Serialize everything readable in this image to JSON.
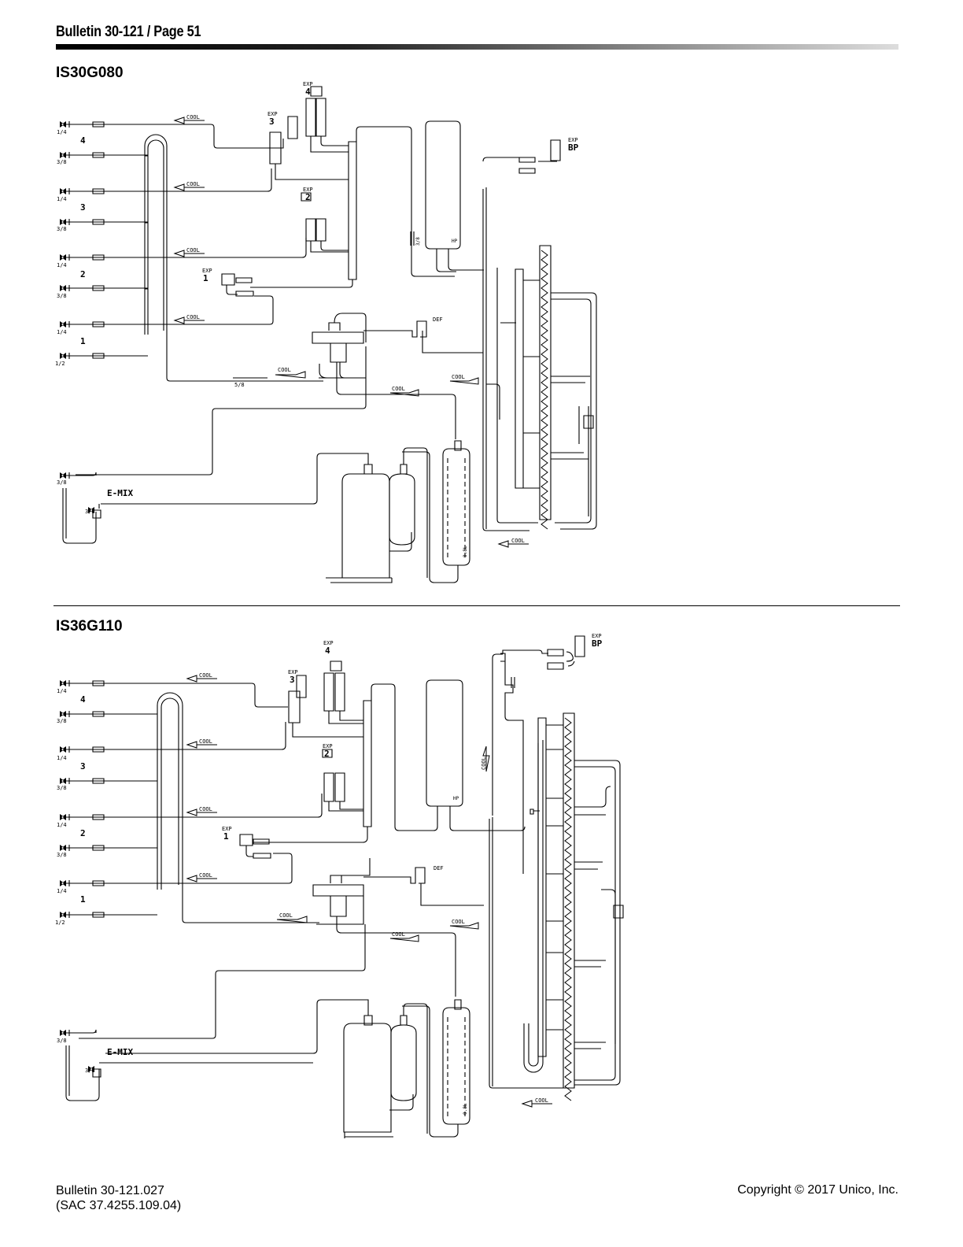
{
  "header": {
    "title": "Bulletin 30-121 / Page 51"
  },
  "diagrams": [
    {
      "model": "IS30G080",
      "labels": {
        "cool": "COOL",
        "exp": "EXP",
        "def": "DEF",
        "bp": "BP",
        "emix": "E-MIX",
        "size_14": "1/4",
        "size_38": "3/8",
        "size_12": "1/2",
        "size_58": "5/8",
        "tag_hp": "HP",
        "tag_08l": "0.8L",
        "zone1": "1",
        "zone2": "2",
        "zone3": "3",
        "zone4": "4"
      }
    },
    {
      "model": "IS36G110",
      "labels": {
        "cool": "COOL",
        "exp": "EXP",
        "def": "DEF",
        "bp": "BP",
        "emix": "E-MIX",
        "size_14": "1/4",
        "size_38": "3/8",
        "size_12": "1/2",
        "tag_hp": "HP",
        "tag_08l": "0.8L",
        "zone1": "1",
        "zone2": "2",
        "zone3": "3",
        "zone4": "4"
      }
    }
  ],
  "footer": {
    "bulletin": "Bulletin 30-121.027",
    "sac": "(SAC 37.4255.109.04)",
    "copyright": "Copyright © 2017 Unico, Inc."
  }
}
